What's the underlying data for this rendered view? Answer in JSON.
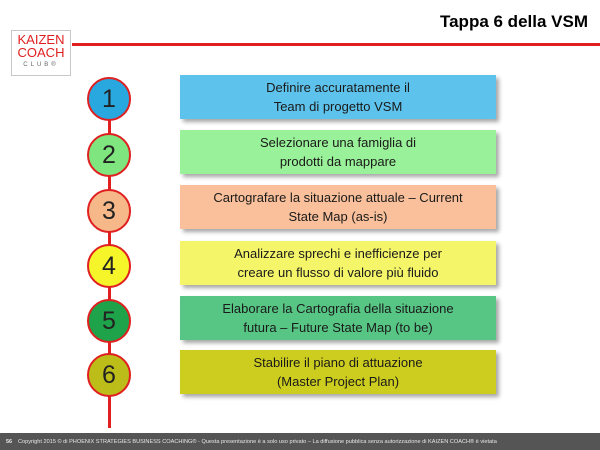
{
  "header": {
    "title": "Tappa 6 della VSM",
    "logo_line1": "KAIZEN",
    "logo_line2": "COACH",
    "logo_line3": "CLUB®"
  },
  "colors": {
    "accent": "#e02020",
    "footer_bg": "#555555"
  },
  "steps": [
    {
      "number": "1",
      "line1": "Definire accuratamente il",
      "line2": "Team di progetto VSM",
      "circle_color": "#29a8e0",
      "box_color": "#5ec3ec"
    },
    {
      "number": "2",
      "line1": "Selezionare una famiglia di",
      "line2": "prodotti da mappare",
      "circle_color": "#7fe57f",
      "box_color": "#99f199"
    },
    {
      "number": "3",
      "line1": "Cartografare la situazione attuale – Current",
      "line2": "State Map (as-is)",
      "circle_color": "#f7b889",
      "box_color": "#f9c09b"
    },
    {
      "number": "4",
      "line1": "Analizzare sprechi e inefficienze per",
      "line2": "creare un flusso di valore più fluido",
      "circle_color": "#f5f52a",
      "box_color": "#f5f56a"
    },
    {
      "number": "5",
      "line1": "Elaborare la Cartografia della situazione",
      "line2": "futura – Future State Map (to be)",
      "circle_color": "#1ea24a",
      "box_color": "#57c684"
    },
    {
      "number": "6",
      "line1": "Stabilire il piano di attuazione",
      "line2": "(Master Project Plan)",
      "circle_color": "#bdbd1a",
      "box_color": "#cdcd1f"
    }
  ],
  "footer": {
    "page_number": "56",
    "copyright": "Copyright 2015 © di PHOENIX STRATEGIES BUSINESS COACHING® - Questa presentazione è a solo uso privato – La diffusione pubblica senza autorizzazione di KAIZEN COACH® è vietata"
  }
}
